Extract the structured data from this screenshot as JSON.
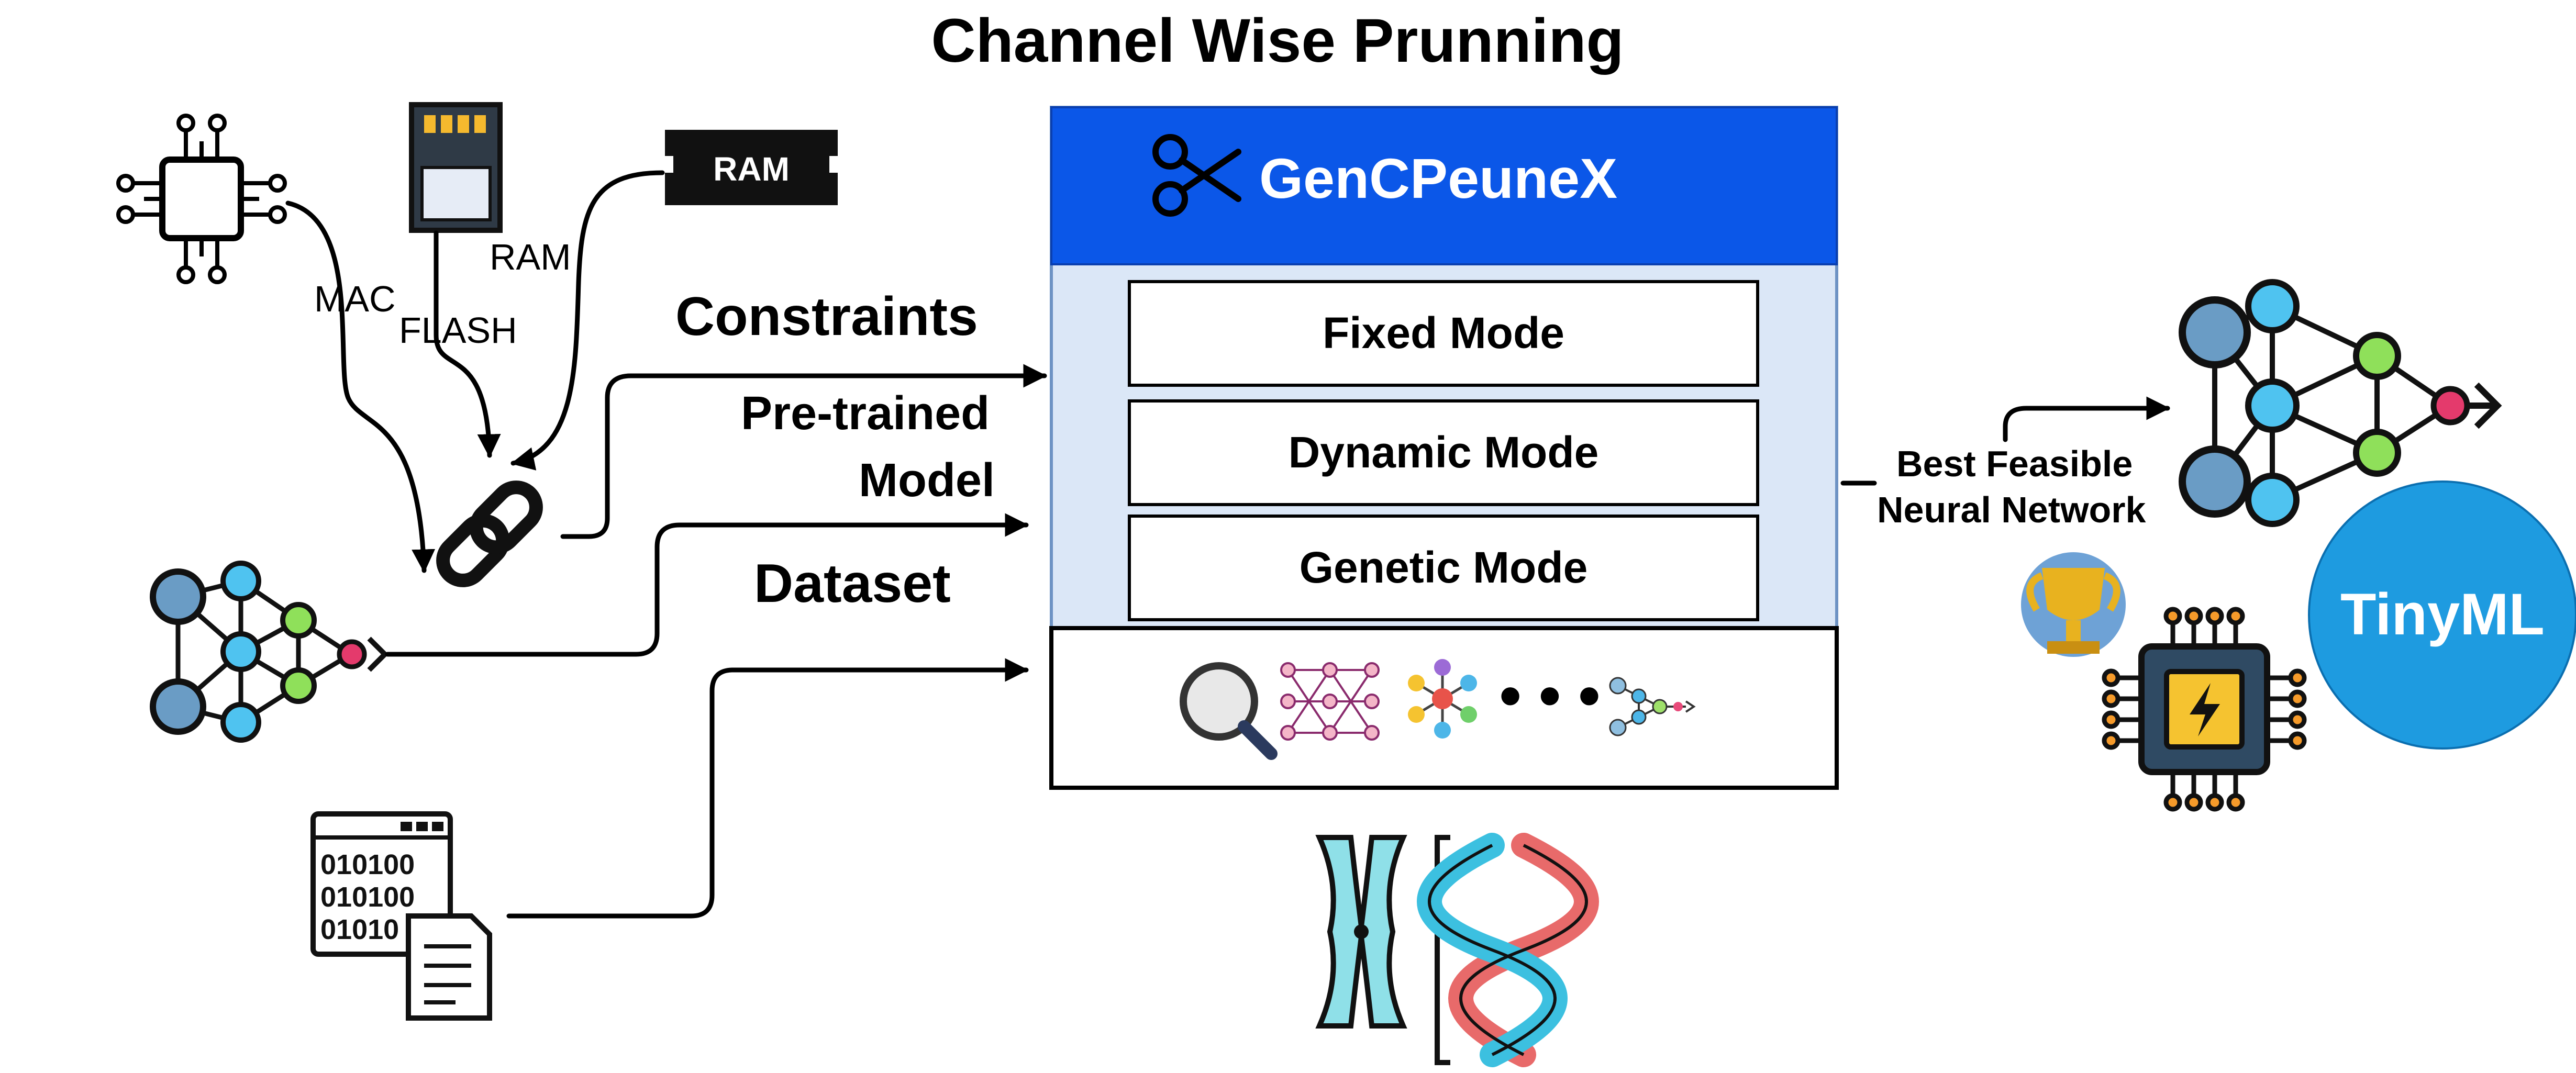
{
  "title": "Channel Wise Prunning",
  "tool": {
    "name": "GenCPeuneX",
    "icon": "scissors-icon",
    "header_color": "#0b57e8",
    "body_color": "#dbe7f7"
  },
  "modes": [
    {
      "label": "Fixed Mode"
    },
    {
      "label": "Dynamic Mode"
    },
    {
      "label": "Genetic Mode"
    }
  ],
  "inputs": {
    "constraints": "Constraints",
    "pretrained_line1": "Pre-trained",
    "pretrained_line2": "Model",
    "dataset": "Dataset"
  },
  "resources": {
    "mac": "MAC",
    "flash": "FLASH",
    "ram": "RAM",
    "ram_chip_text": "RAM"
  },
  "output": {
    "line1": "Best Feasible",
    "line2": "Neural Network"
  },
  "badge": {
    "label": "TinyML",
    "color": "#1e9be0"
  },
  "dots": "• • •"
}
